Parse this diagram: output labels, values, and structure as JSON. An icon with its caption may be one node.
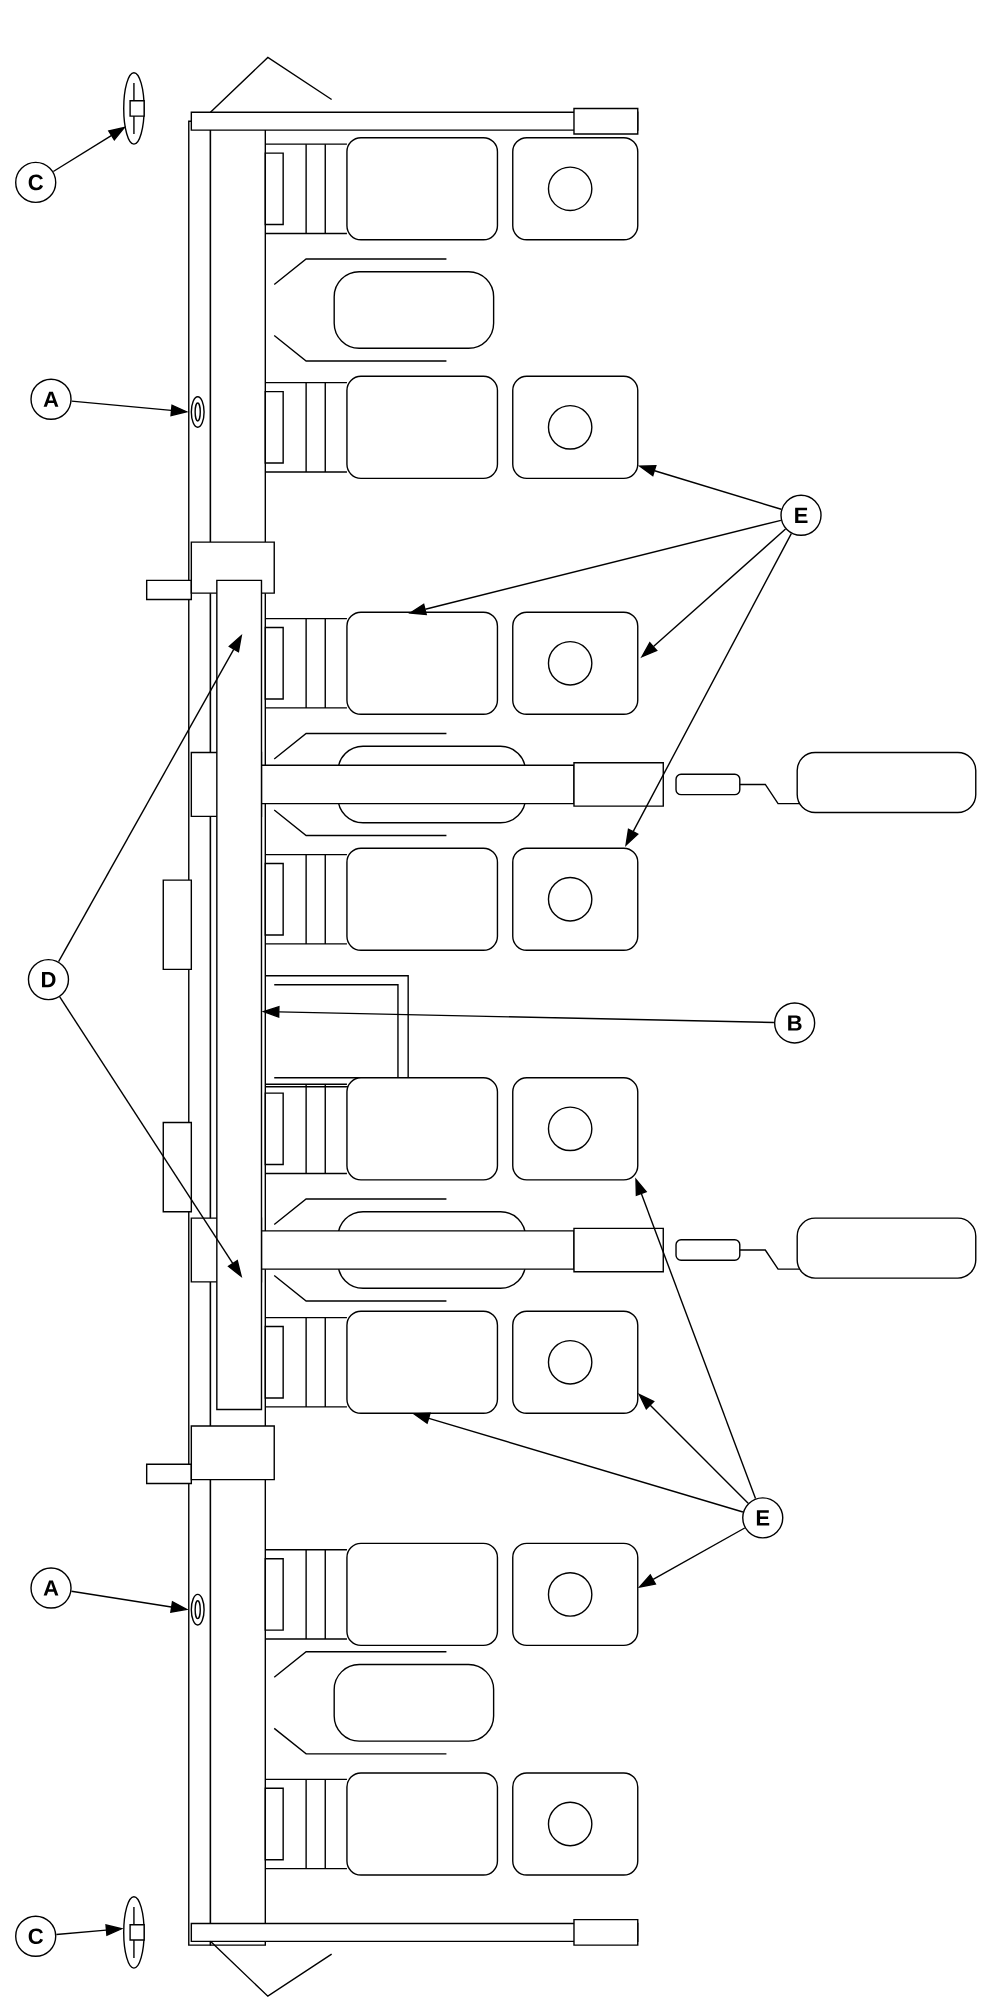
{
  "diagram": {
    "nodes": [
      {
        "text": [
          "C"
        ]
      },
      {
        "text": [
          "A"
        ]
      },
      {
        "text": [
          "E"
        ]
      },
      {
        "text": [
          "D"
        ]
      },
      {
        "text": [
          "B"
        ]
      },
      {
        "text": [
          "E"
        ]
      },
      {
        "text": [
          "A"
        ]
      },
      {
        "text": [
          "C"
        ]
      },
      {
        "text": [],
        "shape": "picture"
      },
      {
        "text": [],
        "shape": "picture"
      },
      {
        "text": [],
        "shape": "picture"
      },
      {
        "text": [],
        "shape": "picture"
      },
      {
        "text": [],
        "shape": "picture"
      },
      {
        "text": [],
        "shape": "picture"
      },
      {
        "text": [],
        "shape": "picture"
      },
      {
        "text": [],
        "shape": "picture"
      },
      {
        "text": [],
        "shape": "picture"
      },
      {
        "text": [],
        "shape": "picture"
      },
      {
        "text": [],
        "shape": "picture"
      },
      {
        "text": [],
        "shape": "picture"
      }
    ],
    "edges": [
      {
        "from": 0,
        "to": 8,
        "arrow": "to"
      },
      {
        "from": 1,
        "to": 9,
        "arrow": "to"
      },
      {
        "from": 2,
        "to": 10,
        "arrow": "to"
      },
      {
        "from": 2,
        "to": 11,
        "arrow": "to"
      },
      {
        "from": 2,
        "to": 11,
        "arrow": "to"
      },
      {
        "from": 2,
        "to": 12,
        "arrow": "to"
      },
      {
        "from": 3,
        "to": 13,
        "arrow": "to"
      },
      {
        "from": 3,
        "to": 13,
        "arrow": "to"
      },
      {
        "from": 4,
        "to": 14,
        "arrow": "to"
      },
      {
        "from": 5,
        "to": 15,
        "arrow": "to"
      },
      {
        "from": 5,
        "to": 16,
        "arrow": "to"
      },
      {
        "from": 5,
        "to": 16,
        "arrow": "to"
      },
      {
        "from": 5,
        "to": 17,
        "arrow": "to"
      },
      {
        "from": 6,
        "to": 18,
        "arrow": "to"
      },
      {
        "from": 7,
        "to": 19,
        "arrow": "to"
      }
    ]
  }
}
